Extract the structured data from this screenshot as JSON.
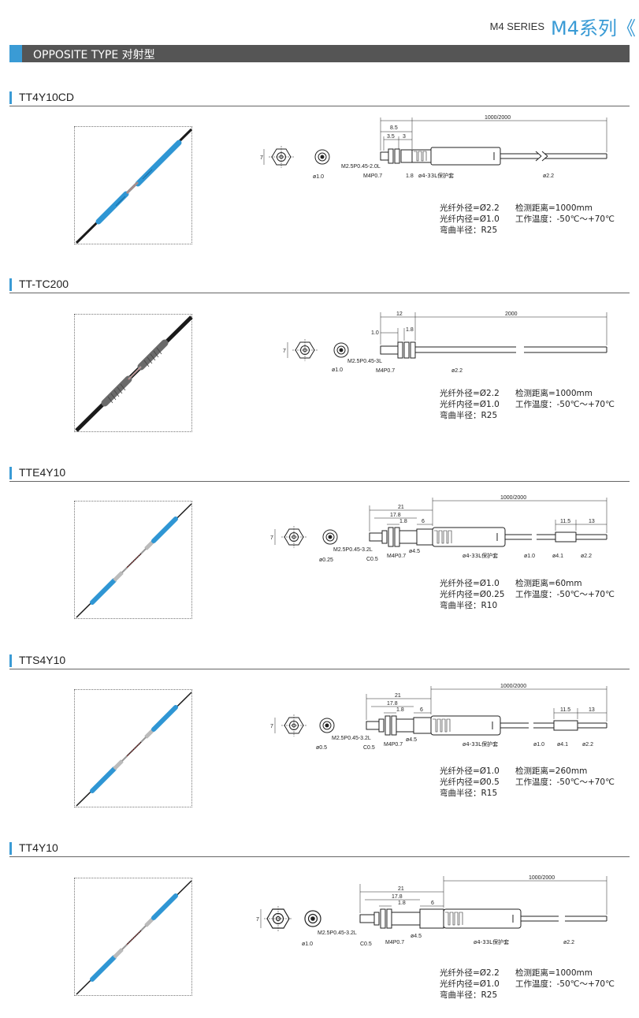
{
  "header": {
    "series_en": "M4 SERIES",
    "series_cn": "M4系列《"
  },
  "banner": {
    "title": "OPPOSITE TYPE 对射型"
  },
  "colors": {
    "accent": "#3a9bd5",
    "banner": "#555555",
    "fiber_blue": "#2f96d4",
    "fiber_black": "#1a1a1a"
  },
  "sections": [
    {
      "model": "TT4Y10CD",
      "dims": {
        "total": "1000/2000",
        "a": "8.5",
        "b": "3.5",
        "c": "3",
        "thread": "M2.5P0.45-2.0L",
        "nut": "M4P0.7",
        "d": "1.8",
        "sleeve": "ø4-33L保护套",
        "cable": "ø2.2",
        "core": "ø1.0",
        "hex": "7"
      },
      "specs": {
        "outer": "光纤外径=Ø2.2",
        "inner": "光纤内径=Ø1.0",
        "bend": "弯曲半径：R25",
        "distance": "检测距离=1000mm",
        "temp": "工作温度：-50℃～+70℃"
      }
    },
    {
      "model": "TT-TC200",
      "dims": {
        "total": "2000",
        "a": "12",
        "b": "1.0",
        "c": "1.8",
        "thread": "M2.5P0.45-3L",
        "nut": "M4P0.7",
        "cable": "ø2.2",
        "core": "ø1.0",
        "hex": "7"
      },
      "specs": {
        "outer": "光纤外径=Ø2.2",
        "inner": "光纤内径=Ø1.0",
        "bend": "弯曲半径：R25",
        "distance": "检测距离=1000mm",
        "temp": "工作温度：-50℃～+70℃"
      }
    },
    {
      "model": "TTE4Y10",
      "dims": {
        "total": "1000/2000",
        "a": "21",
        "b": "17.8",
        "c": "1.8",
        "d": "6",
        "thread": "M2.5P0.45-3.2L",
        "chamfer": "C0.5",
        "nut": "M4P0.7",
        "e": "ø4.5",
        "sleeve": "ø4-33L保护套",
        "f": "11.5",
        "g": "13",
        "h": "ø1.0",
        "i": "ø4.1",
        "cable": "ø2.2",
        "core": "ø0.25",
        "hex": "7"
      },
      "specs": {
        "outer": "光纤外径=Ø1.0",
        "inner": "光纤内径=Ø0.25",
        "bend": "弯曲半径：R10",
        "distance": "检测距离=60mm",
        "temp": "工作温度：-50℃～+70℃"
      }
    },
    {
      "model": "TTS4Y10",
      "dims": {
        "total": "1000/2000",
        "a": "21",
        "b": "17.8",
        "c": "1.8",
        "d": "6",
        "thread": "M2.5P0.45-3.2L",
        "chamfer": "C0.5",
        "nut": "M4P0.7",
        "e": "ø4.5",
        "sleeve": "ø4-33L保护套",
        "f": "11.5",
        "g": "13",
        "h": "ø1.0",
        "i": "ø4.1",
        "cable": "ø2.2",
        "core": "ø0.5",
        "hex": "7"
      },
      "specs": {
        "outer": "光纤外径=Ø1.0",
        "inner": "光纤内径=Ø0.5",
        "bend": "弯曲半径：R15",
        "distance": "检测距离=260mm",
        "temp": "工作温度：-50℃～+70℃"
      }
    },
    {
      "model": "TT4Y10",
      "dims": {
        "total": "1000/2000",
        "a": "21",
        "b": "17.8",
        "c": "1.8",
        "d": "6",
        "thread": "M2.5P0.45-3.2L",
        "chamfer": "C0.5",
        "nut": "M4P0.7",
        "e": "ø4.5",
        "sleeve": "ø4-33L保护套",
        "cable": "ø2.2",
        "core": "ø1.0",
        "hex": "7"
      },
      "specs": {
        "outer": "光纤外径=Ø2.2",
        "inner": "光纤内径=Ø1.0",
        "bend": "弯曲半径：R25",
        "distance": "检测距离=1000mm",
        "temp": "工作温度：-50℃～+70℃"
      }
    }
  ]
}
